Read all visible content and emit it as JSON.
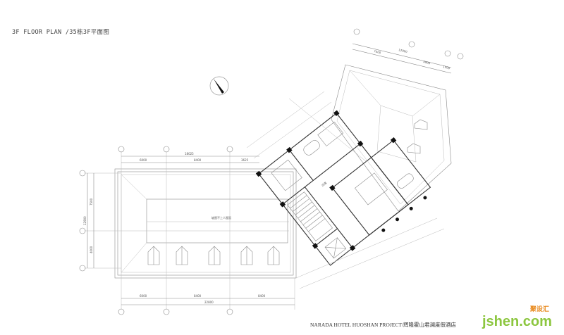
{
  "drawing": {
    "title": "3F FLOOR PLAN /35栋3F平面图",
    "footer": "NARADA HOTEL HUOSHAN PROJECT/辉隆霍山君澜度假酒店",
    "watermark_text": "jshen.com",
    "watermark_cn": "聚设汇",
    "roof_label": "坡屋不上人屋面",
    "hall_label": "过道"
  },
  "dimensions": {
    "top_total": "18025",
    "top_segments": [
      "6000",
      "8400",
      "3625"
    ],
    "bottom_segments": [
      "6000",
      "8400",
      "8400"
    ],
    "bottom_total": "22800",
    "left_total": "12900",
    "left_segments": [
      "7500",
      "4000"
    ],
    "right_top_total": "12900",
    "right_top_segments": [
      "7500",
      "4900",
      "1500"
    ]
  },
  "colors": {
    "watermark_green": "#8cc63f",
    "watermark_orange": "#e8891d"
  }
}
